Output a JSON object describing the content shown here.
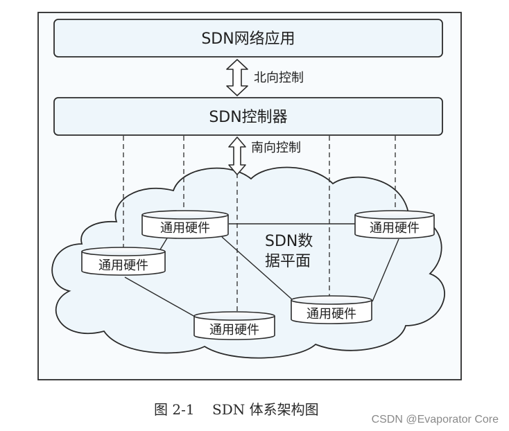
{
  "layers": {
    "application": "SDN网络应用",
    "northbound": "北向控制",
    "controller": "SDN控制器",
    "southbound": "南向控制",
    "data_plane_line1": "SDN数",
    "data_plane_line2": "据平面"
  },
  "nodes": [
    {
      "id": "hw1",
      "label": "通用硬件"
    },
    {
      "id": "hw2",
      "label": "通用硬件"
    },
    {
      "id": "hw3",
      "label": "通用硬件"
    },
    {
      "id": "hw4",
      "label": "通用硬件"
    },
    {
      "id": "hw5",
      "label": "通用硬件"
    }
  ],
  "caption": "图 2-1    SDN 体系架构图",
  "watermark": "CSDN @Evaporator Core",
  "colors": {
    "stroke": "#2a2a2a",
    "box_fill": "#eef6fb",
    "cloud_fill": "#eef6fb",
    "node_fill": "#ffffff",
    "frame_fill": "#f8fbfd"
  }
}
